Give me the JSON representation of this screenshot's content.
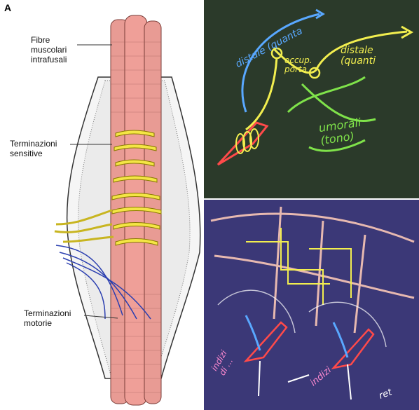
{
  "panel_a": {
    "letter": "A",
    "labels": {
      "fibre": "Fibre\nmuscolari\nintrafusali",
      "sensitive": "Terminazioni\nsensitive",
      "motorie": "Terminazioni\nmotorie"
    }
  },
  "blackboard_top": {
    "texts": {
      "distale_arc": "distale (quanta",
      "distale_right": "distale\n(quanti",
      "occup": "occup.\nporta",
      "umorali": "umorali\n(tono)"
    }
  },
  "blackboard_bottom": {
    "texts": {
      "indiz_left": "indizi\ndi ...",
      "indizi_right": "indizi",
      "ret": "ret"
    }
  },
  "colors": {
    "muscle": "#e89b94",
    "yellow_chalk": "#f2ee4f",
    "green_chalk": "#7fe24a",
    "blue_chalk": "#59a8ff",
    "red_chalk": "#ff4a4a",
    "board_top": "#2b3a2a",
    "board_bottom": "#3b3877"
  }
}
